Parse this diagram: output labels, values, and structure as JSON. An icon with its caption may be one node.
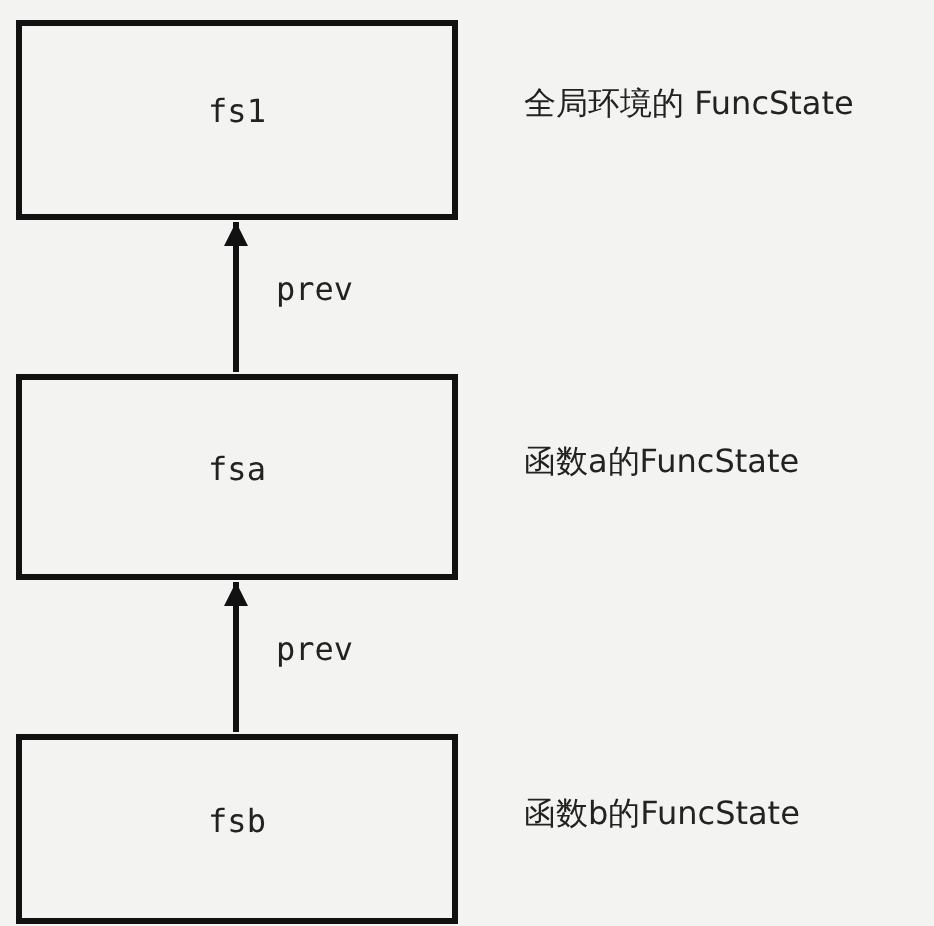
{
  "diagram": {
    "nodes": [
      {
        "text": [
          "fs1"
        ],
        "beside": [
          "全局环境的 FuncState"
        ]
      },
      {
        "text": [
          "fsa"
        ],
        "beside": [
          "函数a的FuncState"
        ]
      },
      {
        "text": [
          "fsb"
        ],
        "beside": [
          "函数b的FuncState"
        ]
      }
    ],
    "edges": [
      {
        "from": 1,
        "to": 0,
        "arrow": "to",
        "label": "prev"
      },
      {
        "from": 2,
        "to": 1,
        "arrow": "to",
        "label": "prev"
      }
    ]
  }
}
